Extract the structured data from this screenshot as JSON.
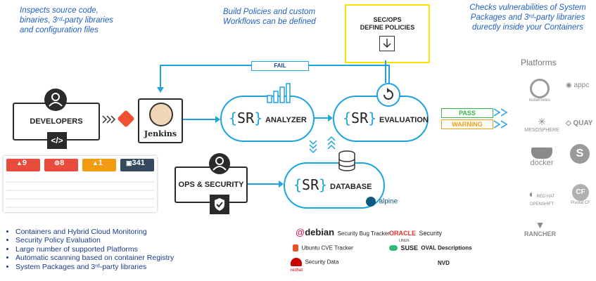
{
  "notes": {
    "left": "Inspects source code, binaries, 3ʳᵈ-party libraries and configuration files",
    "middle": "Build Policies and custom Workflows can be defined",
    "right": "Checks vulnerabilities of System Packages and 3ʳᵈ-party libraries durectly inside your Containers"
  },
  "nodes": {
    "developers": "DEVELOPERS",
    "jenkins": "Jenkins",
    "analyzer": "ANALYZER",
    "evaluation": "EVALUATION",
    "database": "DATABASE",
    "ops_security": "OPS & SECURITY",
    "secops": "SEC/OPS\nDEFINE POLICIES",
    "sr": "SR"
  },
  "flow": {
    "fail": "FAIL",
    "pass": "PASS",
    "warning": "WARNING"
  },
  "colors": {
    "accent": "#1da3e0",
    "fail": "#1da3e0",
    "pass": "#3cb54a",
    "warning": "#f39c12",
    "secops": "#f5e400",
    "note": "#1f5fc4"
  },
  "dashboard": {
    "tiles": [
      {
        "count": "9",
        "color": "#e74c3c"
      },
      {
        "count": "8",
        "color": "#e74c3c"
      },
      {
        "count": "1",
        "color": "#f39c12"
      },
      {
        "count": "341",
        "color": "#34495e"
      }
    ]
  },
  "bullets": [
    "Containers and Hybrid Cloud Monitoring",
    "Security Policy Evaluation",
    "Large number of supported Platforms",
    "Automatic scanning based on container Registry",
    "System Packages and 3ʳᵈ-party libraries"
  ],
  "platforms": {
    "title": "Platforms",
    "items": [
      "kubernetes",
      "appc",
      "MESOSPHERE",
      "QUAY",
      "docker",
      "RED HAT OPENSHIFT",
      "Pivotal CF",
      "RANCHER"
    ]
  },
  "sources": {
    "debian": "debian",
    "debian_sub": "Security Bug Tracker",
    "oracle": "ORACLE",
    "oracle_sub": "Security",
    "linux": "LINUX",
    "ubuntu": "Ubuntu CVE Tracker",
    "suse": "SUSE",
    "suse_sub": "OVAL Descriptions",
    "redhat": "Security Data",
    "redhat_logo": "redhat",
    "nvd": "NVD",
    "alpine": "alpine"
  }
}
